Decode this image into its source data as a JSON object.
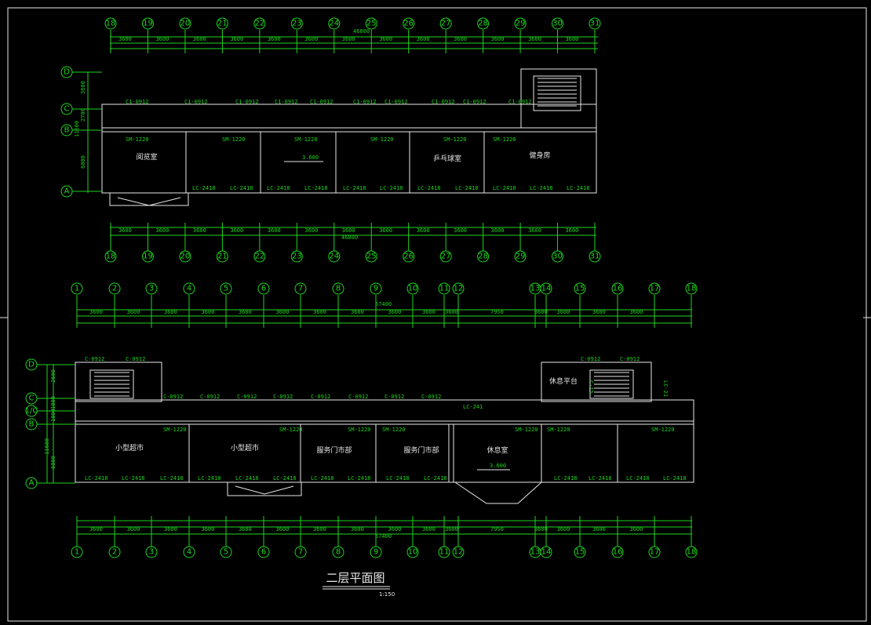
{
  "title": "二层平面图",
  "scale": "1:150",
  "elevation": "3.600",
  "upper_plan": {
    "axes_x": [
      "18",
      "19",
      "20",
      "21",
      "22",
      "23",
      "24",
      "25",
      "26",
      "27",
      "28",
      "29",
      "30",
      "31"
    ],
    "axes_top": [
      "18",
      "19",
      "20",
      "21",
      "22",
      "23",
      "24",
      "25",
      "26",
      "27",
      "28",
      "29",
      "30",
      "31"
    ],
    "axes_y": [
      "D",
      "C",
      "B",
      "A"
    ],
    "top_total": "46800",
    "bottom_total": "46800",
    "bay": "3600",
    "side_dims": [
      "3600",
      "2700",
      "11600",
      "6000"
    ],
    "rooms": [
      "阅览室",
      "乒乓球室",
      "健身房"
    ],
    "door": "SM-1220",
    "window": "LC-2418",
    "corridor_window": "C1-0912"
  },
  "lower_plan": {
    "axes_x": [
      "1",
      "2",
      "3",
      "4",
      "5",
      "6",
      "7",
      "8",
      "9",
      "10",
      "11",
      "12",
      "13",
      "14",
      "15",
      "16",
      "17",
      "18"
    ],
    "axes_y": [
      "D",
      "C",
      "1/C",
      "B",
      "A"
    ],
    "total": "57400",
    "bottom_total": "57400",
    "side_dims": [
      "2600",
      "1800",
      "1800",
      "11600",
      "6000"
    ],
    "bay_row": [
      "3600",
      "3600",
      "3600",
      "3600",
      "3600",
      "3600",
      "3600",
      "3600",
      "3600",
      "3600",
      "3600",
      "7950",
      "3600",
      "3600",
      "3600",
      "3600"
    ],
    "rooms": [
      "小型超市",
      "小型超市",
      "服务门市部",
      "服务门市部",
      "休息室",
      "休息平台"
    ],
    "door": "SM-1220",
    "window": "LC-2418",
    "corridor_window": "C-0912",
    "lc_241": "LC-241",
    "lc_21": "LC-21",
    "c_15": "C-15"
  }
}
